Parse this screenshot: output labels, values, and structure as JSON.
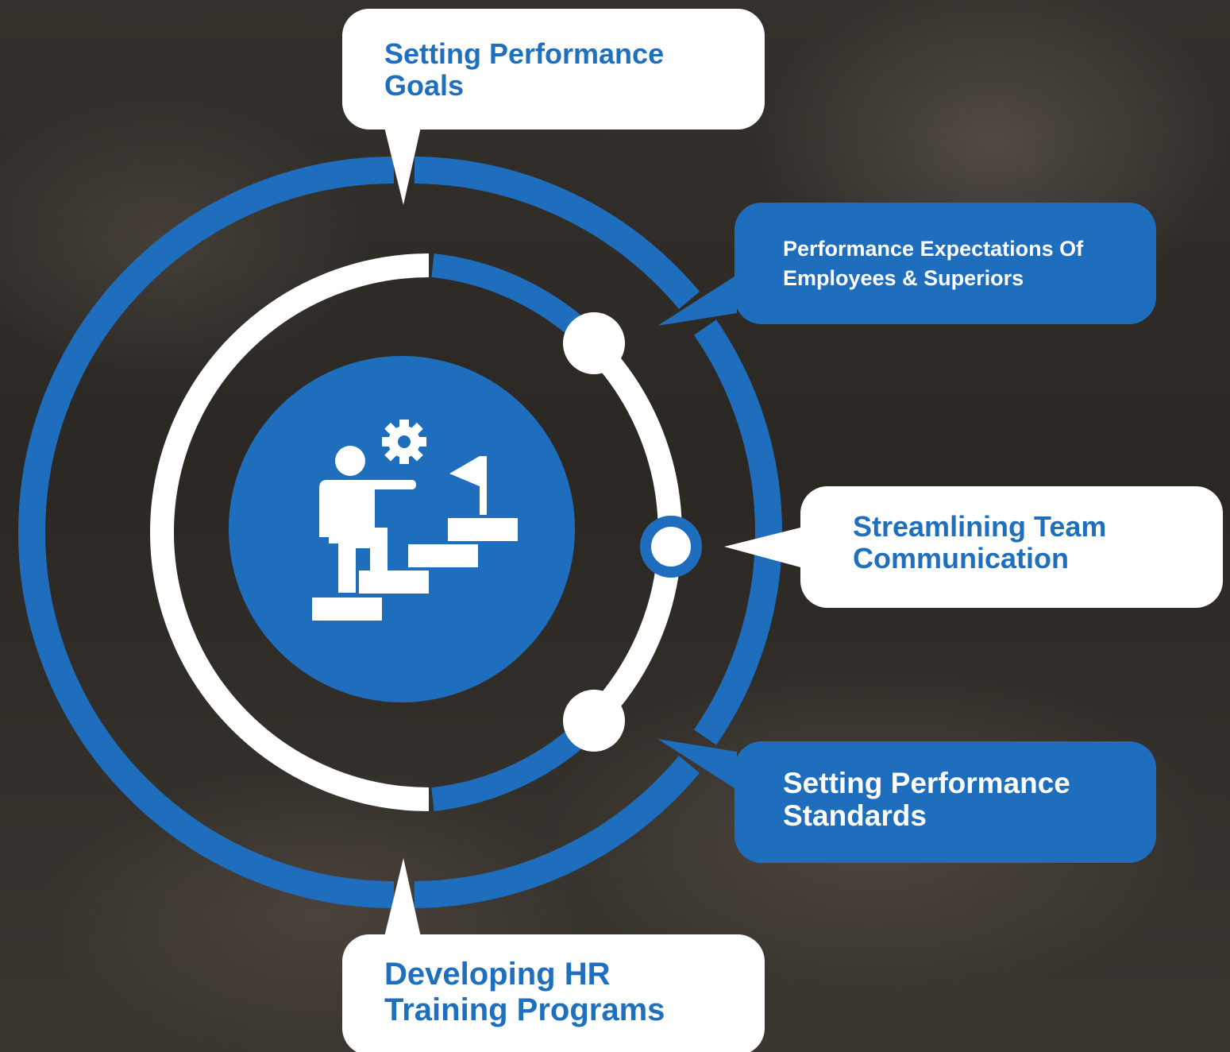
{
  "center_icon": "person-climbing-stairs-to-flag-with-gear-icon",
  "colors": {
    "primary_blue": "#1e6ebd",
    "white": "#ffffff",
    "background_overlay": "#2b2824"
  },
  "items": [
    {
      "text": "Setting Performance Goals",
      "style": "white-bubble"
    },
    {
      "text": "Performance Expectations Of Employees & Superiors",
      "style": "blue-bubble"
    },
    {
      "text": "Streamlining Team Communication",
      "style": "white-bubble"
    },
    {
      "text": "Setting Performance Standards",
      "style": "blue-bubble"
    },
    {
      "text": "Developing HR Training Programs",
      "style": "white-bubble"
    }
  ]
}
